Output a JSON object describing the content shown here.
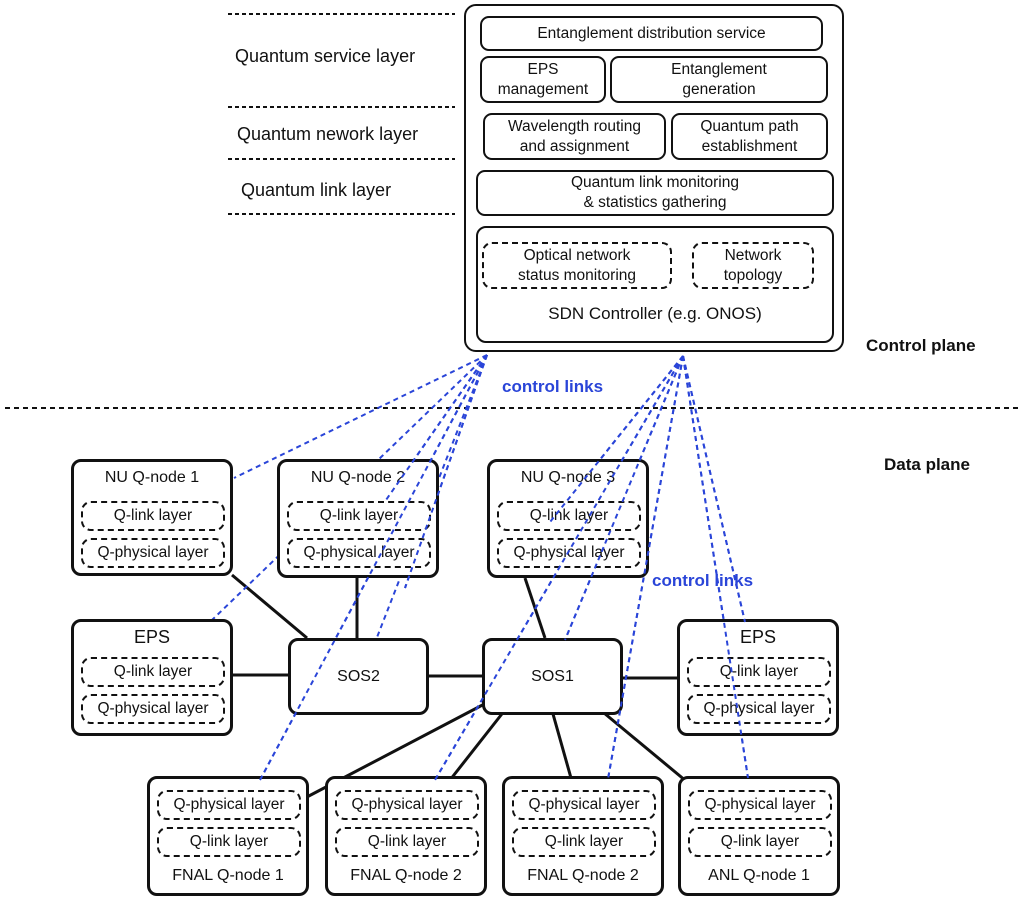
{
  "colors": {
    "control_link": "#2a45d8",
    "stroke": "#111111"
  },
  "layers": {
    "service": "Quantum service layer",
    "network": "Quantum nework layer",
    "link": "Quantum link layer"
  },
  "controller": {
    "entanglement_distribution": "Entanglement distribution service",
    "eps_management": "EPS\nmanagement",
    "entanglement_generation": "Entanglement\ngeneration",
    "wavelength_routing": "Wavelength routing\nand assignment",
    "quantum_path": "Quantum path\nestablishment",
    "link_monitoring": "Quantum link monitoring\n& statistics gathering",
    "optical_monitoring": "Optical network\nstatus monitoring",
    "network_topology": "Network\ntopology",
    "sdn_controller": "SDN Controller (e.g. ONOS)"
  },
  "planes": {
    "control": "Control plane",
    "data": "Data plane"
  },
  "control_links_label": "control links",
  "layer_names": {
    "q_link": "Q-link layer",
    "q_physical": "Q-physical layer"
  },
  "nodes": {
    "nu1": "NU Q-node 1",
    "nu2": "NU Q-node 2",
    "nu3": "NU Q-node 3",
    "eps_left": "EPS",
    "eps_right": "EPS",
    "fnal1": "FNAL Q-node 1",
    "fnal2a": "FNAL Q-node 2",
    "fnal2b": "FNAL Q-node 2",
    "anl1": "ANL Q-node 1"
  },
  "switches": {
    "sos2": "SOS2",
    "sos1": "SOS1"
  }
}
